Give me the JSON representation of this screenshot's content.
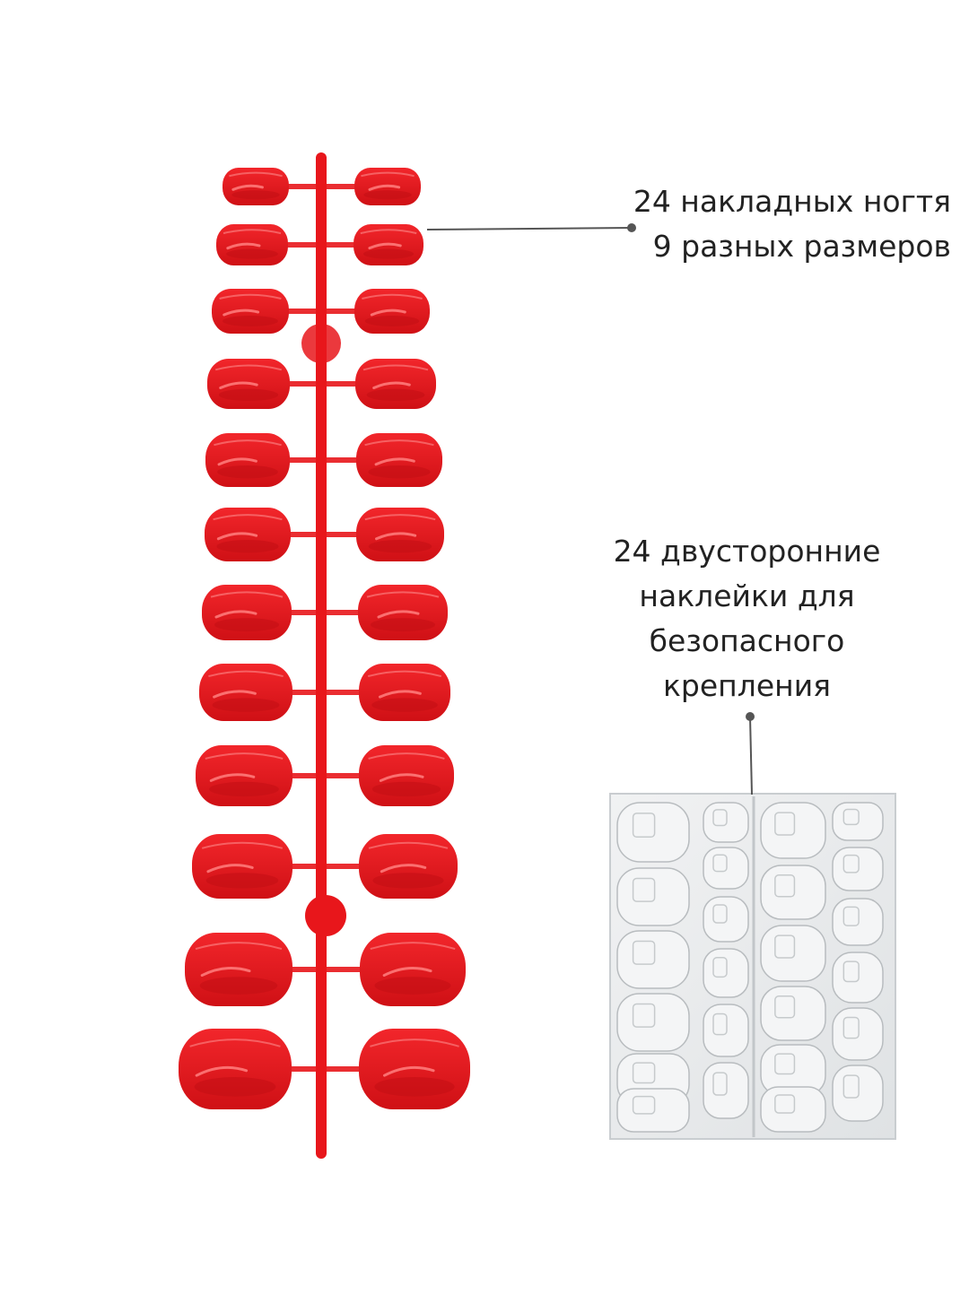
{
  "captions": {
    "nails": {
      "line1": "24 накладных ногтя",
      "line2": "9 разных размеров"
    },
    "stickers": {
      "line1": "24 двусторонние",
      "line2": "наклейки для",
      "line3": "безопасного",
      "line4": "крепления"
    }
  },
  "colors": {
    "nail": "#e8161b",
    "nail_dark": "#c30f14",
    "nail_highlight": "#ff7f7f",
    "callout_line": "#555555",
    "sticker_sheet": "#e9ebec",
    "sticker_outline": "#b8bcbf"
  }
}
